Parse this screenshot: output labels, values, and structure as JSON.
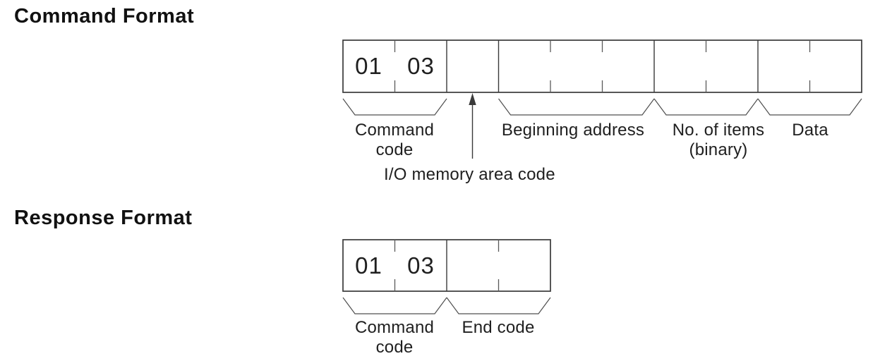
{
  "colors": {
    "background": "#ffffff",
    "line": "#3a3a3a",
    "tick": "#5a5a5a",
    "brace": "#4f4f4f",
    "text": "#1f1f1f"
  },
  "command_format": {
    "heading": "Command Format",
    "frame": {
      "byte1": "01",
      "byte2": "03",
      "cell_groups": [
        "Command code (2 bytes)",
        "I/O memory area code (1 byte)",
        "Beginning address (3 bytes)",
        "No. of items (2 bytes)",
        "Data (2 bytes)"
      ]
    },
    "labels": {
      "command_code_line1": "Command",
      "command_code_line2": "code",
      "io_memory_area_code": "I/O memory area code",
      "beginning_address": "Beginning address",
      "no_of_items_line1": "No. of items",
      "no_of_items_line2": "(binary)",
      "data": "Data"
    }
  },
  "response_format": {
    "heading": "Response Format",
    "frame": {
      "byte1": "01",
      "byte2": "03",
      "cell_groups": [
        "Command code (2 bytes)",
        "End code (2 bytes)"
      ]
    },
    "labels": {
      "command_code_line1": "Command",
      "command_code_line2": "code",
      "end_code": "End code"
    }
  }
}
